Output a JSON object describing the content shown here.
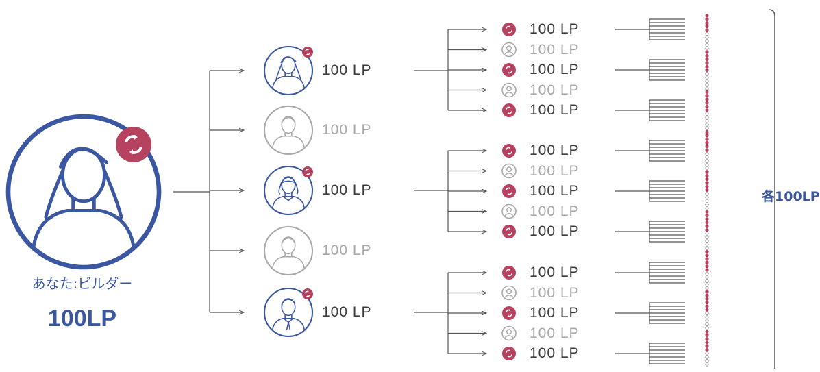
{
  "colors": {
    "blue": "#3b57a1",
    "red": "#b7425f",
    "gray": "#a9a9a9",
    "line": "#555555",
    "text": "#3c3c3c"
  },
  "root": {
    "role": "あなた:ビルダー",
    "amount": "100LP",
    "icon": "woman-avatar-icon",
    "badge_icon": "refresh-icon"
  },
  "level1": [
    {
      "label": "100 LP",
      "active": true,
      "icon": "woman-avatar-icon"
    },
    {
      "label": "100 LP",
      "active": false,
      "icon": "man-avatar-icon"
    },
    {
      "label": "100 LP",
      "active": true,
      "icon": "girl-avatar-icon"
    },
    {
      "label": "100 LP",
      "active": false,
      "icon": "man-avatar-icon"
    },
    {
      "label": "100 LP",
      "active": true,
      "icon": "businessman-avatar-icon"
    }
  ],
  "level2": [
    {
      "active": [
        true,
        false,
        true,
        false,
        true
      ],
      "labels": [
        "100 LP",
        "100 LP",
        "100 LP",
        "100 LP",
        "100 LP"
      ]
    },
    {
      "active": [
        true,
        false,
        true,
        false,
        true
      ],
      "labels": [
        "100 LP",
        "100 LP",
        "100 LP",
        "100 LP",
        "100 LP"
      ]
    },
    {
      "active": [
        true,
        false,
        true,
        false,
        true
      ],
      "labels": [
        "100 LP",
        "100 LP",
        "100 LP",
        "100 LP",
        "100 LP"
      ]
    }
  ],
  "total_label": "各100LP"
}
